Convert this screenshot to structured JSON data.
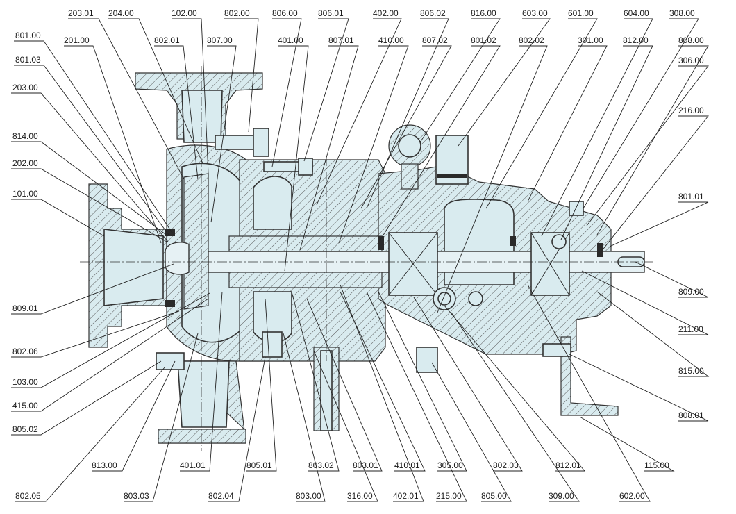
{
  "labels_top": [
    "203.01",
    "204.00",
    "102.00",
    "802.00",
    "806.00",
    "806.01",
    "402.00",
    "806.02",
    "816.00",
    "603.00",
    "601.00",
    "604.00",
    "308.00"
  ],
  "labels_top2": [
    "201.00",
    "802.01",
    "807.00",
    "401.00",
    "807.01",
    "410.00",
    "807.02",
    "801.02",
    "802.02",
    "301.00",
    "812.00",
    "808.00"
  ],
  "labels_left": [
    "801.00",
    "801.03",
    "203.00",
    "814.00",
    "202.00",
    "101.00",
    "809.01",
    "802.06",
    "103.00",
    "415.00",
    "805.02"
  ],
  "labels_right": [
    "306.00",
    "216.00",
    "801.01",
    "809.00",
    "211.00",
    "815.00",
    "808.01"
  ],
  "labels_bottom": [
    "813.00",
    "401.01",
    "805.01",
    "803.02",
    "803.01",
    "410.01",
    "305.00",
    "802.03",
    "812.01",
    "115.00"
  ],
  "labels_bottom2": [
    "802.05",
    "803.03",
    "802.04",
    "803.00",
    "316.00",
    "402.01",
    "215.00",
    "805.00",
    "309.00",
    "602.00"
  ]
}
